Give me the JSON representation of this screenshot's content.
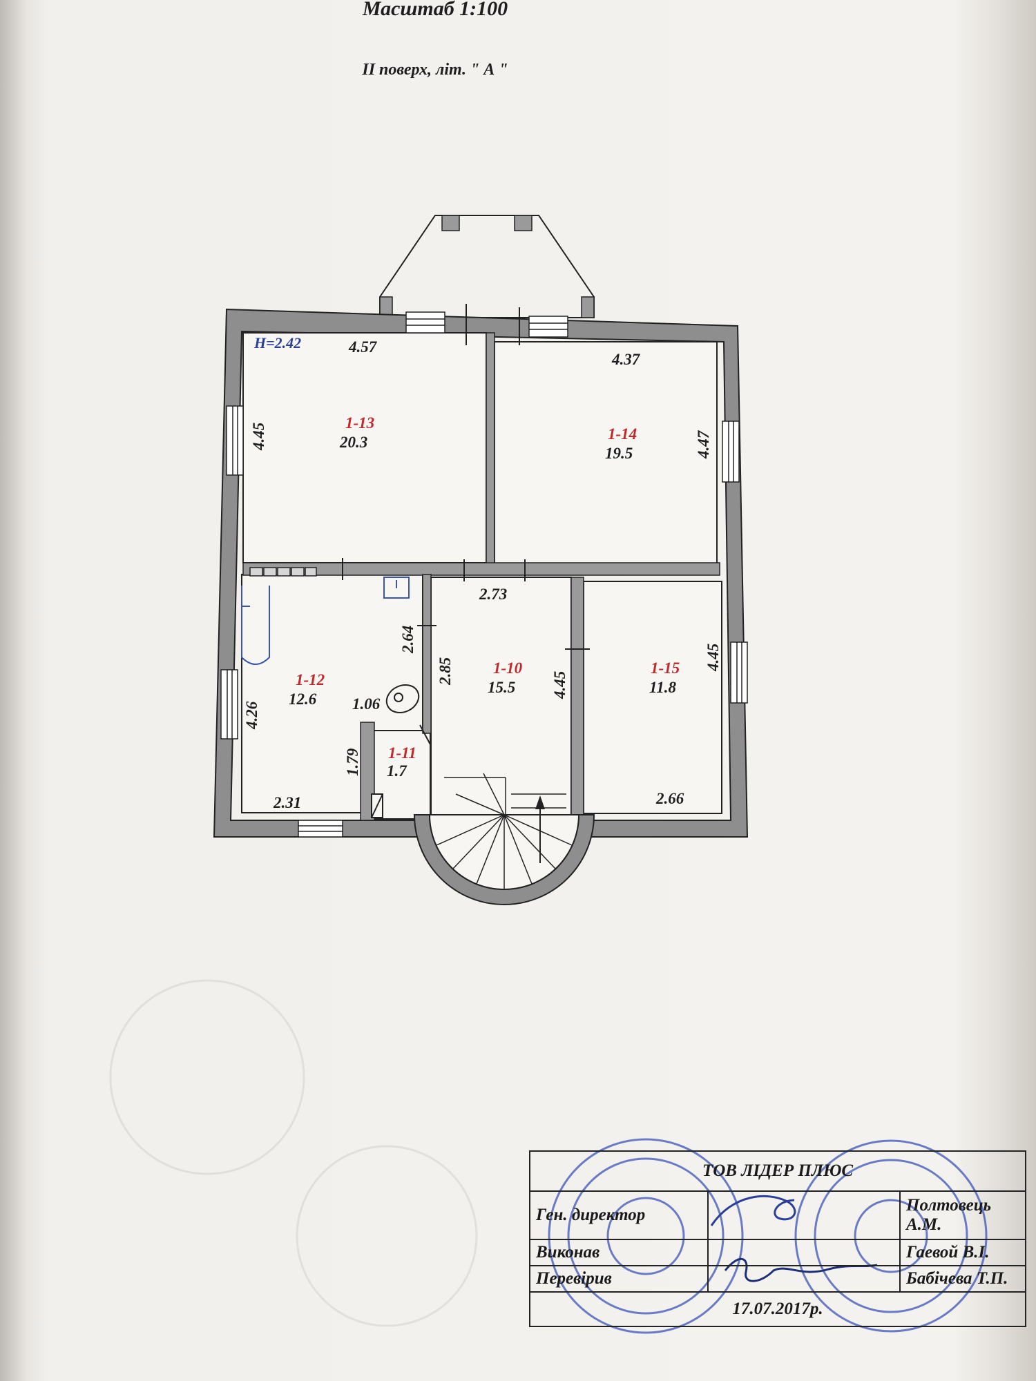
{
  "header": {
    "scale": "Масштаб 1:100",
    "floor": "II поверх, літ. \" А \""
  },
  "plan": {
    "height_label": "H=2.42",
    "rooms": [
      {
        "id": "1-13",
        "area": "20.3",
        "dims": [
          "4.57",
          "4.45"
        ]
      },
      {
        "id": "1-14",
        "area": "19.5",
        "dims": [
          "4.37",
          "4.47"
        ]
      },
      {
        "id": "1-12",
        "area": "12.6",
        "dims": [
          "4.26",
          "2.31",
          "1.79",
          "1.06",
          "2.64"
        ]
      },
      {
        "id": "1-10",
        "area": "15.5",
        "dims": [
          "2.73",
          "2.85",
          "4.45"
        ]
      },
      {
        "id": "1-11",
        "area": "1.7",
        "dims": []
      },
      {
        "id": "1-15",
        "area": "11.8",
        "dims": [
          "4.45",
          "2.66"
        ]
      }
    ]
  },
  "title_block": {
    "company": "ТОВ ЛІДЕР ПЛЮС",
    "rows": [
      {
        "role": "Ген. директор",
        "name": "Полтовець А.М."
      },
      {
        "role": "Виконав",
        "name": "Гаевой В.І."
      },
      {
        "role": "Перевірив",
        "name": "Бабічева Т.П."
      }
    ],
    "date": "17.07.2017р."
  },
  "colors": {
    "wall": "#8e8e8e",
    "ink": "#1e1e1e",
    "stamp": "#3c54b8",
    "accent": "#c0282a",
    "height_label": "#2a3f9a"
  }
}
